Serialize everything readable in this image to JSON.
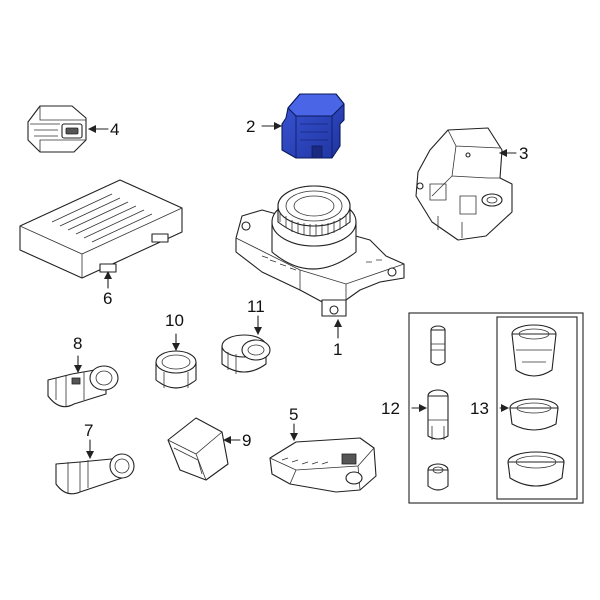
{
  "callouts": {
    "c1": "1",
    "c2": "2",
    "c3": "3",
    "c4": "4",
    "c5": "5",
    "c6": "6",
    "c7": "7",
    "c8": "8",
    "c9": "9",
    "c10": "10",
    "c11": "11",
    "c12": "12",
    "c13": "13"
  },
  "colors": {
    "highlight_part": "#2d47c2",
    "line": "#222222",
    "background": "#ffffff"
  }
}
